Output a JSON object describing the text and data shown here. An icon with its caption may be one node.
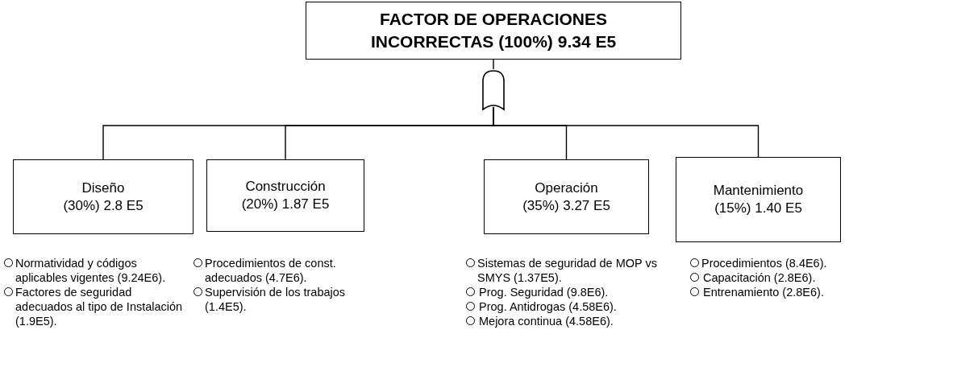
{
  "diagram": {
    "nodes": [
      {
        "text": [
          "FACTOR DE OPERACIONES INCORRECTAS  (100%) 9.34 E5"
        ]
      },
      {
        "text": [],
        "shape": "gate"
      },
      {
        "text": [
          "Diseño",
          "(30%) 2.8 E5"
        ],
        "beside": [
          "Normatividad y códigos aplicables vigentes (9.24E6).",
          "Factores de seguridad adecuados al tipo de Instalación (1.9E5)."
        ]
      },
      {
        "text": [
          "Construcción",
          "(20%) 1.87 E5"
        ],
        "beside": [
          "Procedimientos de const. adecuados (4.7E6).",
          "Supervisión de los trabajos (1.4E5)."
        ]
      },
      {
        "text": [
          "Operación",
          "(35%) 3.27 E5"
        ],
        "beside": [
          "Sistemas de seguridad de MOP vs SMYS (1.37E5).",
          "Prog. Seguridad (9.8E6).",
          "Prog. Antidrogas (4.58E6).",
          "Mejora continua (4.58E6)."
        ]
      },
      {
        "text": [
          "Mantenimiento",
          "(15%) 1.40 E5"
        ],
        "beside": [
          "Procedimientos (8.4E6).",
          "Capacitación (2.8E6).",
          "Entrenamiento (2.8E6)."
        ]
      }
    ],
    "edges": [
      {
        "from": 0,
        "to": 1,
        "arrow": "none"
      },
      {
        "from": 1,
        "to": 2,
        "arrow": "none"
      },
      {
        "from": 1,
        "to": 3,
        "arrow": "none"
      },
      {
        "from": 1,
        "to": 4,
        "arrow": "none"
      },
      {
        "from": 1,
        "to": 5,
        "arrow": "none"
      }
    ]
  }
}
